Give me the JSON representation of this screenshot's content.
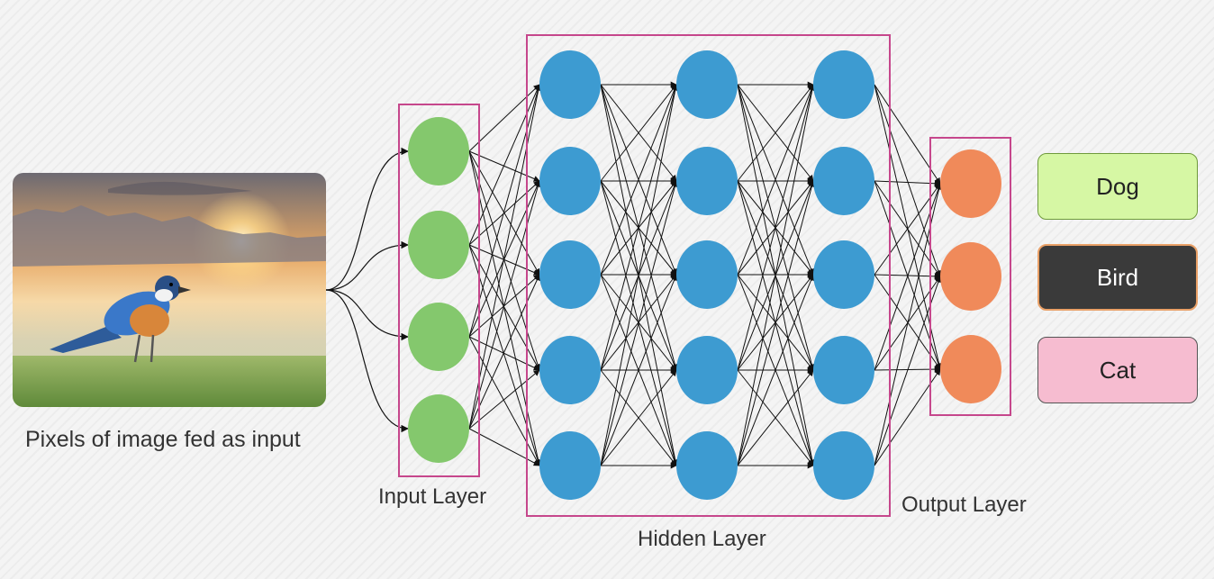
{
  "captions": {
    "input_image": "Pixels of image fed as input",
    "input_layer": "Input Layer",
    "hidden_layer": "Hidden Layer",
    "output_layer": "Output Layer"
  },
  "classes": [
    "Dog",
    "Bird",
    "Cat"
  ],
  "network": {
    "input_nodes": 4,
    "hidden_layers": 3,
    "hidden_nodes_per_layer": 5,
    "output_nodes": 3
  },
  "colors": {
    "input_node": "#84c86d",
    "hidden_node": "#3d9bd1",
    "output_node": "#f08a5a",
    "layer_frame": "#c6478c",
    "edge": "#111111"
  },
  "image": {
    "subject": "bird-photo"
  }
}
